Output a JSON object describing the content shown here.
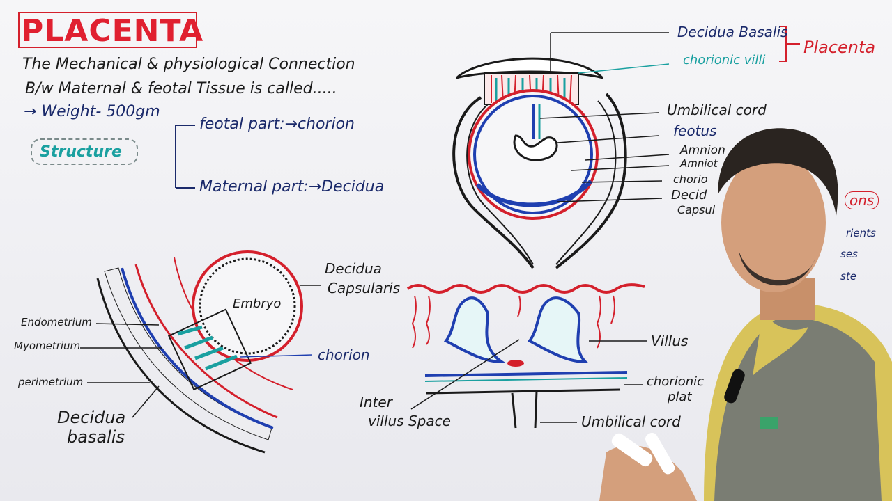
{
  "title": "PLACENTA",
  "definition": {
    "line1": "The Mechanical & physiological Connection",
    "line2": "B/w Maternal & feotal Tissue is called....."
  },
  "weight": "→ Weight- 500gm",
  "structure": {
    "label": "Structure",
    "feotal_part": "feotal part:→chorion",
    "maternal_part": "Maternal part:→Decidua"
  },
  "top_diagram_labels": {
    "decidua_basalis": "Decidua Basalis",
    "chorionic_villi": "chorionic villi",
    "placenta": "Placenta",
    "umbilical_cord": "Umbilical cord",
    "feotus": "feotus",
    "amnion": "Amnion",
    "amniotic": "Amniot",
    "chorion": "chorio",
    "decidua": "Decid",
    "capsularis": "Capsul"
  },
  "left_diagram_labels": {
    "embryo": "Embryo",
    "decidua_capsularis_1": "Decidua",
    "decidua_capsularis_2": "Capsularis",
    "endometrium": "Endometrium",
    "myometrium": "Myometrium",
    "perimetrium": "perimetrium",
    "chorion": "chorion",
    "decidua_basalis_1": "Decidua",
    "decidua_basalis_2": "basalis"
  },
  "villus_diagram_labels": {
    "villus": "Villus",
    "chorionic_plate_1": "chorionic",
    "chorionic_plate_2": "plat",
    "inter_villus_1": "Inter",
    "inter_villus_2": "villus Space",
    "umbilical_cord": "Umbilical cord"
  },
  "partially_hidden": {
    "functions": "ons",
    "nutrients": "rients",
    "gases": "ses",
    "waste": "ste"
  },
  "colors": {
    "marker_red": "#d4202c",
    "marker_navy": "#1b2a6b",
    "marker_blue": "#1f3fb0",
    "marker_teal": "#1aa0a0",
    "marker_black": "#1a1a1a"
  }
}
